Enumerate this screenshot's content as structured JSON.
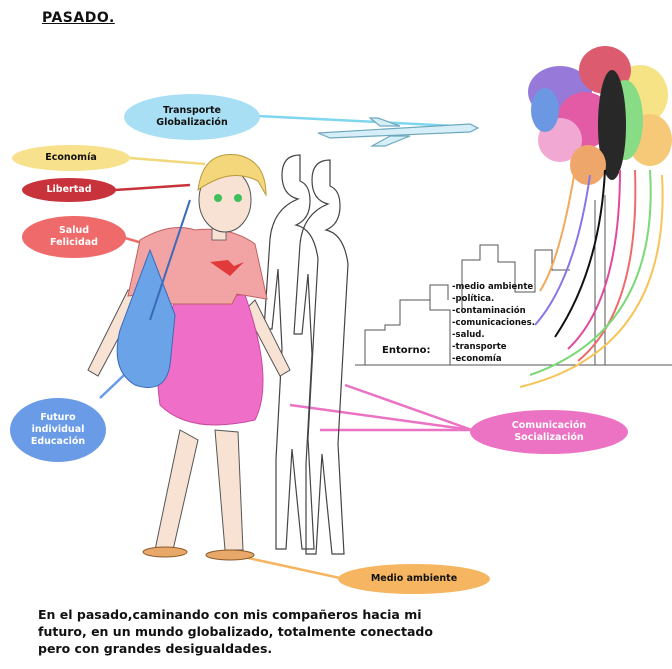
{
  "title": "PASADO.",
  "bubbles": {
    "transporte": {
      "lines": [
        "Transporte",
        "Globalización"
      ],
      "color": "#a9dff4"
    },
    "economia": {
      "lines": [
        "Economía"
      ],
      "color": "#f7e18c"
    },
    "libertad": {
      "lines": [
        "Libertad"
      ],
      "color": "#c8323a"
    },
    "salud": {
      "lines": [
        "Salud",
        "Felicidad"
      ],
      "color": "#ef6a6a"
    },
    "futuro": {
      "lines": [
        "Futuro",
        "individual",
        "Educación"
      ],
      "color": "#6a9be6"
    },
    "comunicacion": {
      "lines": [
        "Comunicación",
        "Socialización"
      ],
      "color": "#ec72c4"
    },
    "medio": {
      "lines": [
        "Medio ambiente"
      ],
      "color": "#f6b661"
    }
  },
  "entorno": {
    "label": "Entorno:",
    "items": [
      "-medio ambiente",
      "-política.",
      "-contaminación",
      "-comunicaciones.",
      "-salud.",
      "-transporte",
      "-economía"
    ]
  },
  "caption": {
    "lines": [
      "En el pasado,caminando con mis compañeros hacia mi",
      "futuro, en un mundo globalizado, totalmente conectado",
      "pero con grandes desigualdades."
    ]
  }
}
